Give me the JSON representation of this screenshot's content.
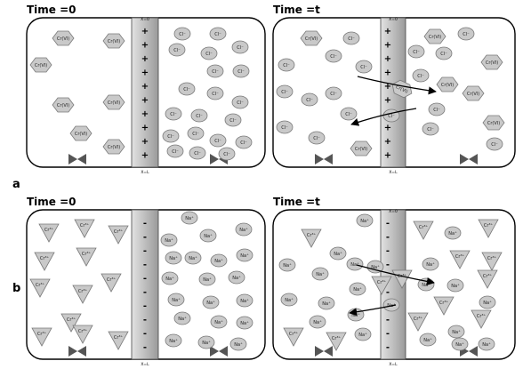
{
  "row_labels": [
    "a",
    "b"
  ],
  "panels": [
    {
      "id": "a0",
      "time_label": "Time =0",
      "x0_label": "X=0",
      "xl_label": "X=L",
      "membrane_sign": "+",
      "left_ions": [
        "Cr(VI)",
        "Cr(VI)",
        "Cr(VI)",
        "Cr(VI)",
        "Cr(VI)",
        "Cr(VI)",
        "Cr(VI)"
      ],
      "right_ions": [
        "Cl⁻",
        "Cl⁻",
        "Cl⁻",
        "Cl⁻",
        "Cl⁻",
        "Cl⁻",
        "Cl⁻",
        "Cl⁻",
        "Cl⁻",
        "Cl⁻",
        "Cl⁻",
        "Cl⁻",
        "Cl⁻",
        "Cl⁻",
        "Cl⁻",
        "Cl⁻",
        "Cl⁻",
        "Cl⁻",
        "Cl⁻",
        "Cl⁻"
      ]
    },
    {
      "id": "at",
      "time_label": "Time =t",
      "x0_label": "X=0",
      "xl_label": "X=L",
      "membrane_sign": "+",
      "left_ions": [
        "Cr(VI)",
        "Cl⁻",
        "Cl⁻",
        "Cl⁻",
        "Cl⁻",
        "Cl⁻",
        "Cl⁻",
        "Cl⁻",
        "Cl⁻",
        "Cl⁻",
        "Cl⁻",
        "Cr(VI)"
      ],
      "membrane_ions": [
        "Cr(VI)",
        "Cl⁻"
      ],
      "right_ions": [
        "Cr(VI)",
        "Cl⁻",
        "Cl⁻",
        "Cl⁻",
        "Cr(VI)",
        "Cl⁻",
        "Cr(VI)",
        "Cr(VI)",
        "Cl⁻",
        "Cr(VI)",
        "Cl⁻",
        "Cl⁻"
      ]
    },
    {
      "id": "b0",
      "time_label": "Time =0",
      "x0_label": "",
      "xl_label": "X=L",
      "membrane_sign": "-",
      "left_ions": [
        "Cr³⁺",
        "Cr³⁺",
        "Cr³⁺",
        "Cr³⁺",
        "Cr³⁺",
        "Cr³⁺",
        "Cr³⁺",
        "Cr³⁺",
        "Cr³⁺",
        "Cr³⁺",
        "Cr³⁺",
        "Cr³⁺"
      ],
      "right_ions": [
        "Na⁺",
        "Na⁺",
        "Na⁺",
        "Na⁺",
        "Na⁺",
        "Na⁺",
        "Na⁺",
        "Na⁺",
        "Na⁺",
        "Na⁺",
        "Na⁺",
        "Na⁺",
        "Na⁺",
        "Na⁺",
        "Na⁺",
        "Na⁺",
        "Na⁺",
        "Na⁺",
        "Na⁺",
        "Na⁺"
      ]
    },
    {
      "id": "bt",
      "time_label": "Time =t",
      "x0_label": "X=0",
      "xl_label": "X=L",
      "membrane_sign": "-",
      "left_ions": [
        "Cr³⁺",
        "Na⁺",
        "Na⁺",
        "Na⁺",
        "Na⁺",
        "Na⁺",
        "Na⁺",
        "Na⁺",
        "Na⁺",
        "Cr³⁺",
        "Na⁺",
        "Cr³⁺",
        "Na⁺",
        "Na⁺"
      ],
      "membrane_ions": [
        "Na⁺",
        "Cr³⁺",
        "Cr³⁺",
        "Na⁺"
      ],
      "right_ions": [
        "Cr³⁺",
        "Na⁺",
        "Cr³⁺",
        "Na⁺",
        "Cr³⁺",
        "Cr³⁺",
        "Na⁺",
        "Na⁺",
        "Cr³⁺",
        "Cr³⁺",
        "Na⁺",
        "Cr³⁺",
        "Na⁺",
        "Cr³⁺",
        "Na⁺",
        "Na⁺",
        "Na⁺"
      ]
    }
  ],
  "colors": {
    "ion_fill": "#c9c9c9",
    "ion_stroke": "#7a7a7a",
    "membrane_light": "#e2e2e2",
    "membrane_dark": "#9a9a9a",
    "valve": "#555555",
    "arrow": "#000000"
  }
}
